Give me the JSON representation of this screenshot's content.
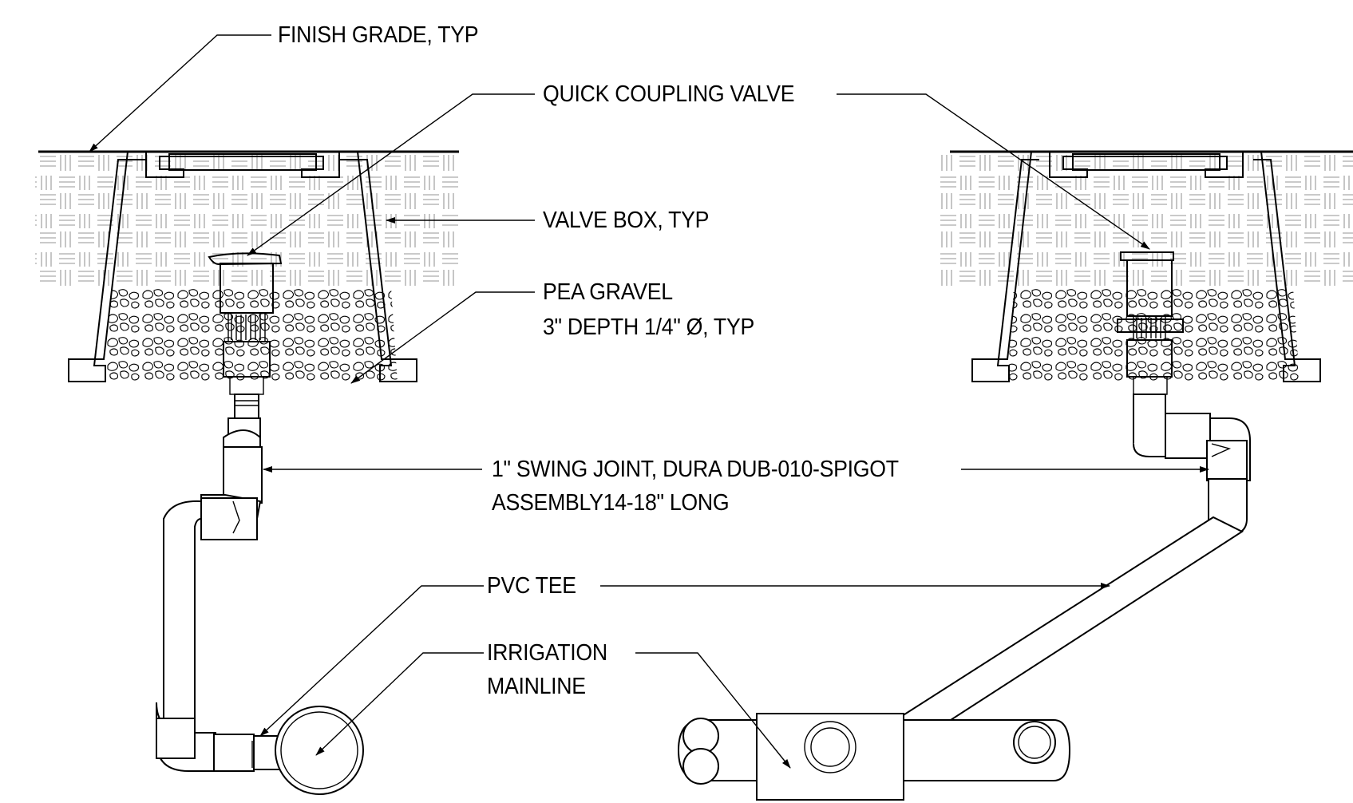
{
  "labels": {
    "finish_grade": "FINISH GRADE, TYP",
    "quick_coupling_valve": "QUICK COUPLING VALVE",
    "valve_box": "VALVE BOX, TYP",
    "pea_gravel_line1": "PEA GRAVEL",
    "pea_gravel_line2": "3\" DEPTH 1/4\" Ø, TYP",
    "swing_joint_line1": "1\" SWING JOINT, DURA  DUB-010-SPIGOT",
    "swing_joint_line2": "ASSEMBLY14-18\" LONG",
    "pvc_tee": "PVC TEE",
    "irrigation_line1": "IRRIGATION",
    "irrigation_line2": "MAINLINE"
  }
}
